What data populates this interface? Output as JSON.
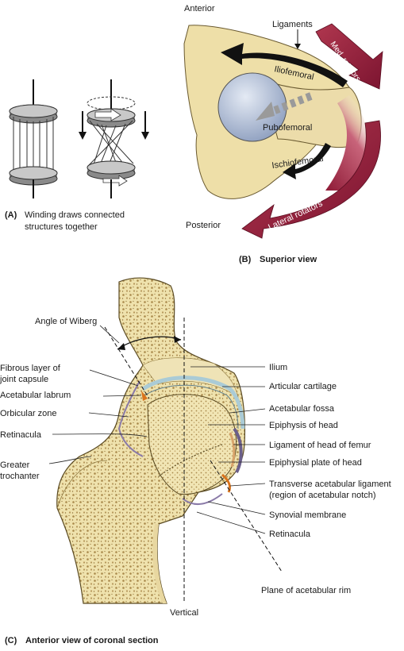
{
  "panel_a": {
    "caption_tag": "(A)",
    "caption_line1": "Winding draws connected",
    "caption_line2": "structures together"
  },
  "panel_b": {
    "anterior": "Anterior",
    "posterior": "Posterior",
    "ligaments": "Ligaments",
    "iliofemoral": "Iliofemoral",
    "pubofemoral": "Pubofemoral",
    "ischiofemoral": "Ischiofemoral",
    "med_rotators": "Med. rotators",
    "lateral_rotators": "Lateral rotators",
    "caption_tag": "(B)",
    "caption_text": "Superior view"
  },
  "panel_c": {
    "left_labels": [
      "Angle of Wiberg",
      "Fibrous layer of",
      "joint capsule",
      "Acetabular labrum",
      "Orbicular zone",
      "Retinacula",
      "Greater",
      "trochanter"
    ],
    "right_labels": [
      "Ilium",
      "Articular cartilage",
      "Acetabular fossa",
      "Epiphysis of head",
      "Ligament of head of femur",
      "Epiphysial plate of head",
      "Transverse acetabular ligament",
      "(region of acetabular notch)",
      "Synovial membrane",
      "Retinacula",
      "Plane of acetabular rim"
    ],
    "vertical": "Vertical",
    "caption_tag": "(C)",
    "caption_text": "Anterior view of coronal section"
  },
  "colors": {
    "bone": "#eedfa8",
    "bone_dark": "#d9c07a",
    "bone_pit": "#a8884a",
    "head": "#b8c4dc",
    "arrow_black": "#111111",
    "arrow_gray": "#9a9a9a",
    "muscle": "#9e2340",
    "labrum": "#d9731c"
  }
}
